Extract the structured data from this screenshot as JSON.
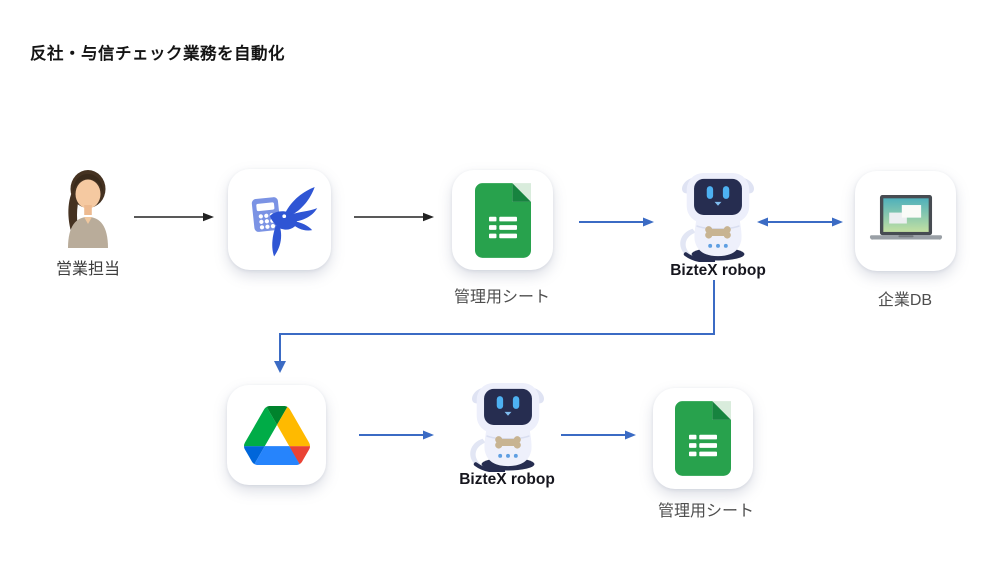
{
  "title": "反社・与信チェック業務を自動化",
  "nodes": {
    "sales": {
      "label": "営業担当",
      "icon": "woman-avatar-icon"
    },
    "invoice_app": {
      "icon": "calculator-swallow-icon"
    },
    "sheet_top": {
      "label": "管理用シート",
      "icon": "google-sheets-icon"
    },
    "robot_top": {
      "label": "BizteX robop",
      "icon": "robot-mascot-icon"
    },
    "company_db": {
      "label": "企業DB",
      "icon": "laptop-icon"
    },
    "drive": {
      "icon": "google-drive-icon"
    },
    "robot_bottom": {
      "label": "BizteX robop",
      "icon": "robot-mascot-icon"
    },
    "sheet_bottom": {
      "label": "管理用シート",
      "icon": "google-sheets-icon"
    }
  },
  "edges": [
    {
      "from": "sales",
      "to": "invoice_app",
      "style": "black-arrow"
    },
    {
      "from": "invoice_app",
      "to": "sheet_top",
      "style": "black-arrow"
    },
    {
      "from": "sheet_top",
      "to": "robot_top",
      "style": "blue-arrow"
    },
    {
      "from": "robot_top",
      "to": "company_db",
      "style": "blue-double-arrow"
    },
    {
      "from": "robot_top",
      "to": "drive",
      "style": "blue-elbow-arrow"
    },
    {
      "from": "drive",
      "to": "robot_bottom",
      "style": "blue-arrow"
    },
    {
      "from": "robot_bottom",
      "to": "sheet_bottom",
      "style": "blue-arrow"
    }
  ],
  "colors": {
    "background": "#ffffff",
    "title_text": "#141414",
    "label_gray": "#4e4e4e",
    "label_bold": "#16161e",
    "arrow_black": "#222222",
    "arrow_blue": "#3b6bc4",
    "sheets_green": "#28a24d",
    "drive_blue": "#2684fc",
    "drive_green": "#00ac47",
    "drive_yellow": "#ffba00",
    "drive_red": "#ea4335",
    "robot_navy": "#262d50",
    "robot_body": "#edeffb"
  }
}
